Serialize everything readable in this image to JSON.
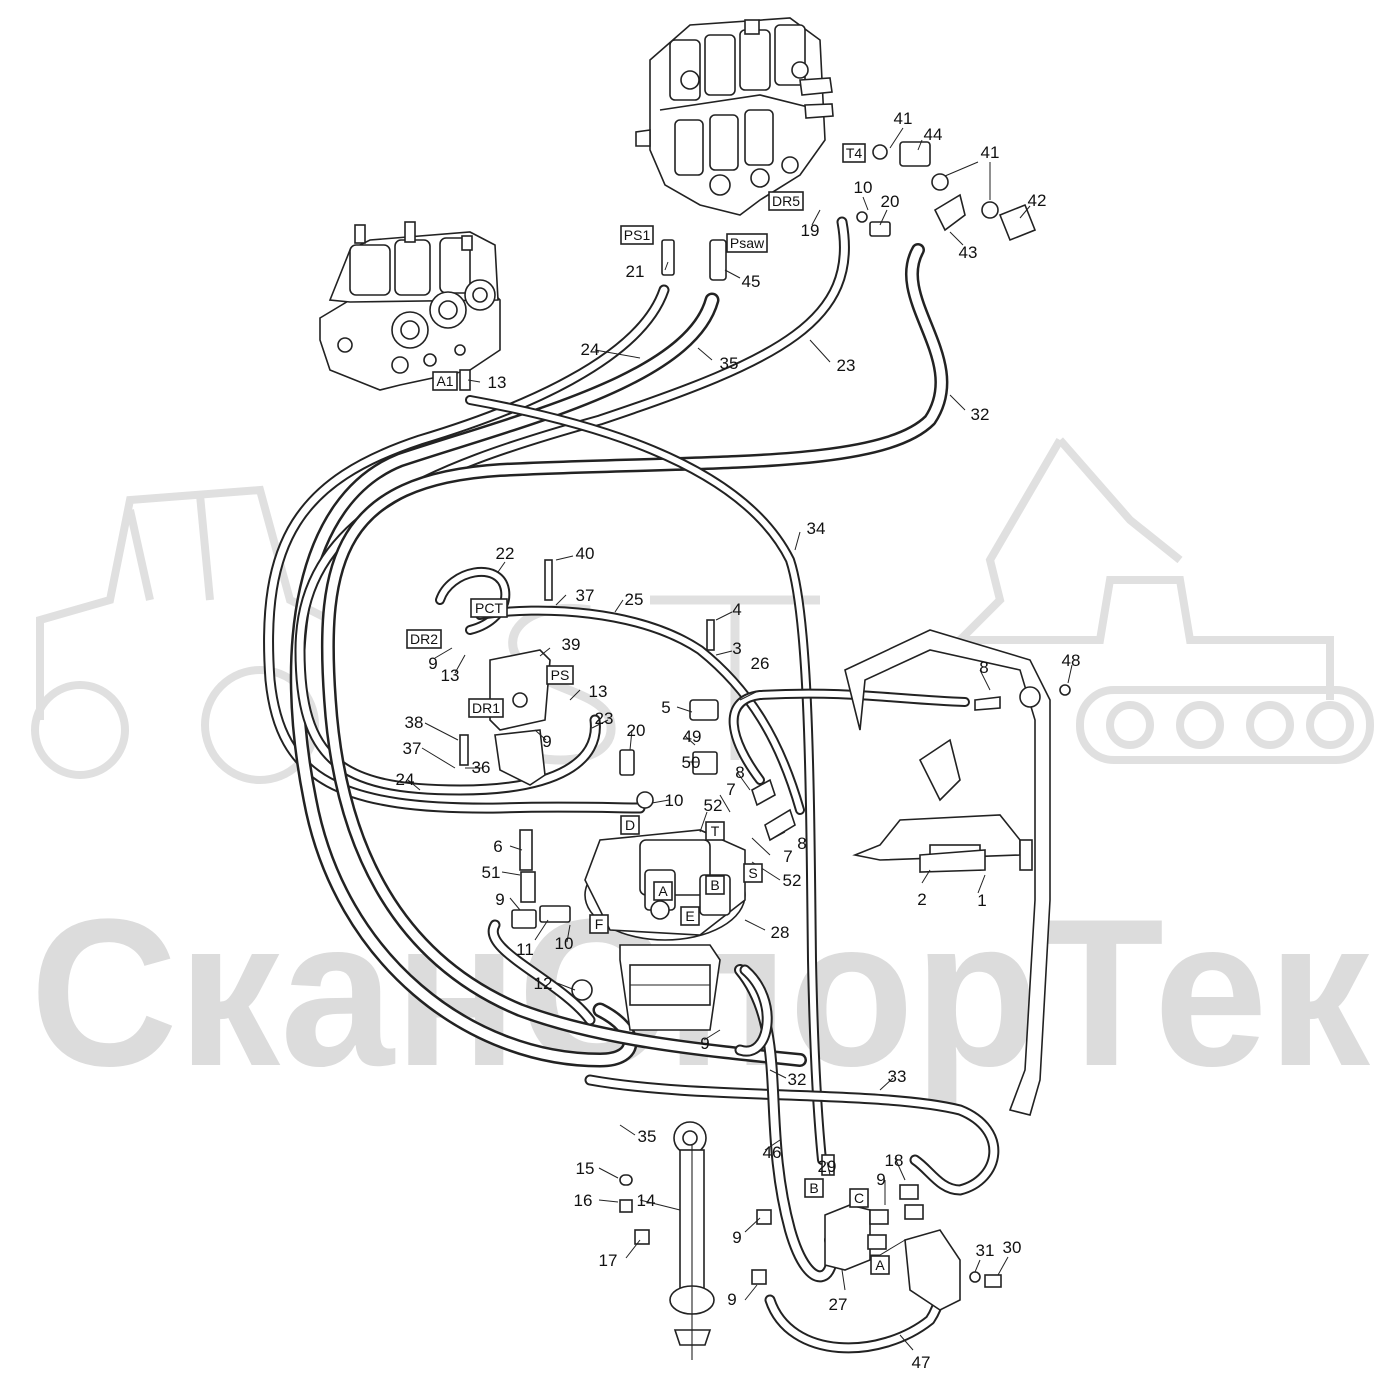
{
  "watermark": {
    "text": "СканСпорТек",
    "color": "#dcdcdc"
  },
  "ports": [
    "T4",
    "DR5",
    "PS1",
    "Psaw",
    "A1",
    "PCT",
    "DR2",
    "PS",
    "DR1",
    "D",
    "T",
    "S",
    "A",
    "B",
    "E",
    "F",
    "B",
    "C",
    "A"
  ],
  "callouts": [
    "41",
    "44",
    "41",
    "10",
    "20",
    "42",
    "19",
    "43",
    "21",
    "45",
    "13",
    "24",
    "35",
    "23",
    "32",
    "34",
    "22",
    "40",
    "37",
    "25",
    "4",
    "3",
    "39",
    "26",
    "8",
    "48",
    "9",
    "13",
    "13",
    "5",
    "38",
    "23",
    "37",
    "9",
    "36",
    "24",
    "20",
    "49",
    "50",
    "8",
    "10",
    "7",
    "52",
    "8",
    "6",
    "7",
    "52",
    "51",
    "2",
    "1",
    "9",
    "11",
    "10",
    "28",
    "12",
    "9",
    "32",
    "33",
    "35",
    "46",
    "15",
    "29",
    "16",
    "14",
    "18",
    "9",
    "17",
    "9",
    "31",
    "30",
    "27",
    "9",
    "47"
  ]
}
